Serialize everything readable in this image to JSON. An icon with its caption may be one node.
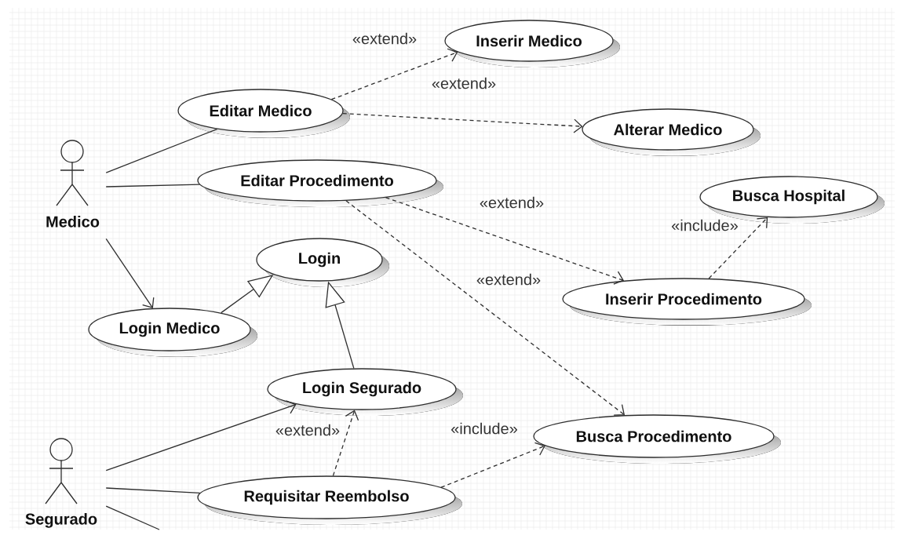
{
  "diagram": {
    "nodes": [
      {
        "text": [
          "Medico"
        ]
      },
      {
        "text": [
          "Inserir Medico"
        ]
      },
      {
        "text": [
          "Editar Medico"
        ]
      },
      {
        "text": [
          "Alterar Medico"
        ]
      },
      {
        "text": [
          "Editar Procedimento"
        ]
      },
      {
        "text": [
          "Busca Hospital"
        ]
      },
      {
        "text": [
          "Login"
        ]
      },
      {
        "text": [
          "Inserir Procedimento"
        ]
      },
      {
        "text": [
          "Login Medico"
        ]
      },
      {
        "text": [
          "Login Segurado"
        ]
      },
      {
        "text": [
          "Busca Procedimento"
        ]
      },
      {
        "text": [
          "Segurado"
        ]
      },
      {
        "text": [
          "Requisitar Reembolso"
        ]
      }
    ],
    "edges": [
      {
        "from": 2,
        "to": 1,
        "arrow": "to",
        "label": "«extend»",
        "style": "dashed"
      },
      {
        "from": 2,
        "to": 3,
        "arrow": "to",
        "label": "«extend»",
        "style": "dashed"
      },
      {
        "from": 0,
        "to": 2,
        "arrow": "none"
      },
      {
        "from": 0,
        "to": 4,
        "arrow": "none"
      },
      {
        "from": 0,
        "to": 8,
        "arrow": "to"
      },
      {
        "from": 4,
        "to": 7,
        "arrow": "to",
        "label": "«extend»",
        "style": "dashed"
      },
      {
        "from": 7,
        "to": 5,
        "arrow": "to",
        "label": "«include»",
        "style": "dashed"
      },
      {
        "from": 4,
        "to": 10,
        "arrow": "to",
        "label": "«extend»",
        "style": "dashed"
      },
      {
        "from": 8,
        "to": 6,
        "arrow": "to"
      },
      {
        "from": 9,
        "to": 6,
        "arrow": "to"
      },
      {
        "from": 11,
        "to": 9,
        "arrow": "to"
      },
      {
        "from": 12,
        "to": 9,
        "arrow": "to",
        "label": "«extend»",
        "style": "dashed"
      },
      {
        "from": 12,
        "to": 10,
        "arrow": "to",
        "label": "«include»",
        "style": "dashed"
      },
      {
        "from": 11,
        "to": 12,
        "arrow": "none"
      },
      {
        "from": 11,
        "to": null,
        "arrow": "none"
      }
    ]
  }
}
